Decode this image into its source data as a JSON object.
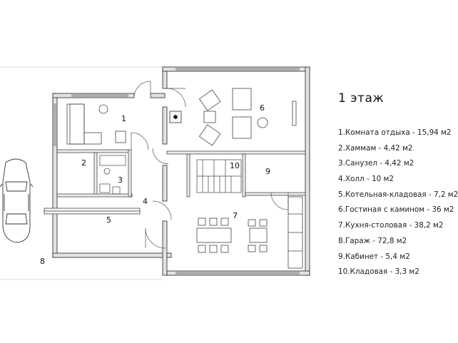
{
  "title": "1 этаж",
  "rooms": [
    "1.Комната отдыха - 15,94 м2",
    "2.Хаммам - 4,42 м2",
    "3.Санузел - 4,42 м2",
    "4.Холл - 10 м2",
    "5.Котельная-кладовая - 7,2 м2",
    "6.Гостиная с камином - 36 м2",
    "7.Кухня-столовая - 38,2 м2",
    "8.Гараж - 72,8 м2",
    "9.Кабинет - 5,4 м2",
    "10.Кладовая - 3,3 м2"
  ],
  "labels": [
    "1",
    "2",
    "3",
    "4",
    "5",
    "6",
    "7",
    "8",
    "9",
    "10"
  ]
}
